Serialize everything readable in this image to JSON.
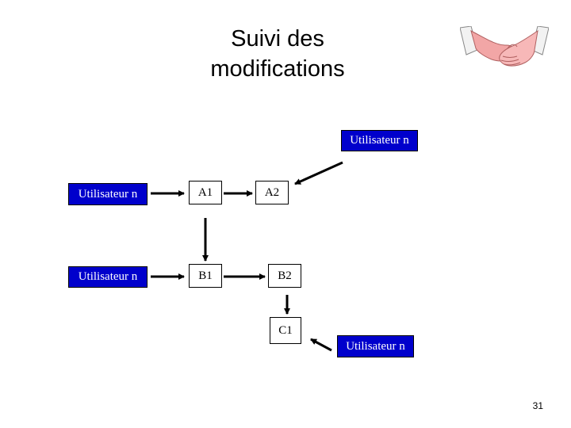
{
  "title": {
    "line1": "Suivi des",
    "line2": "modifications"
  },
  "nodes": {
    "user_top_right": "Utilisateur n",
    "user_left_a": "Utilisateur n",
    "user_left_b": "Utilisateur n",
    "user_bottom_right": "Utilisateur n",
    "a1": "A1",
    "a2": "A2",
    "b1": "B1",
    "b2": "B2",
    "c1": "C1"
  },
  "colors": {
    "user_box_fill": "#0000cc",
    "user_box_text": "#ffffff",
    "version_box_fill": "#ffffff",
    "arrow": "#000000"
  },
  "logo": {
    "icon": "handshake-icon"
  },
  "page_number": "31"
}
